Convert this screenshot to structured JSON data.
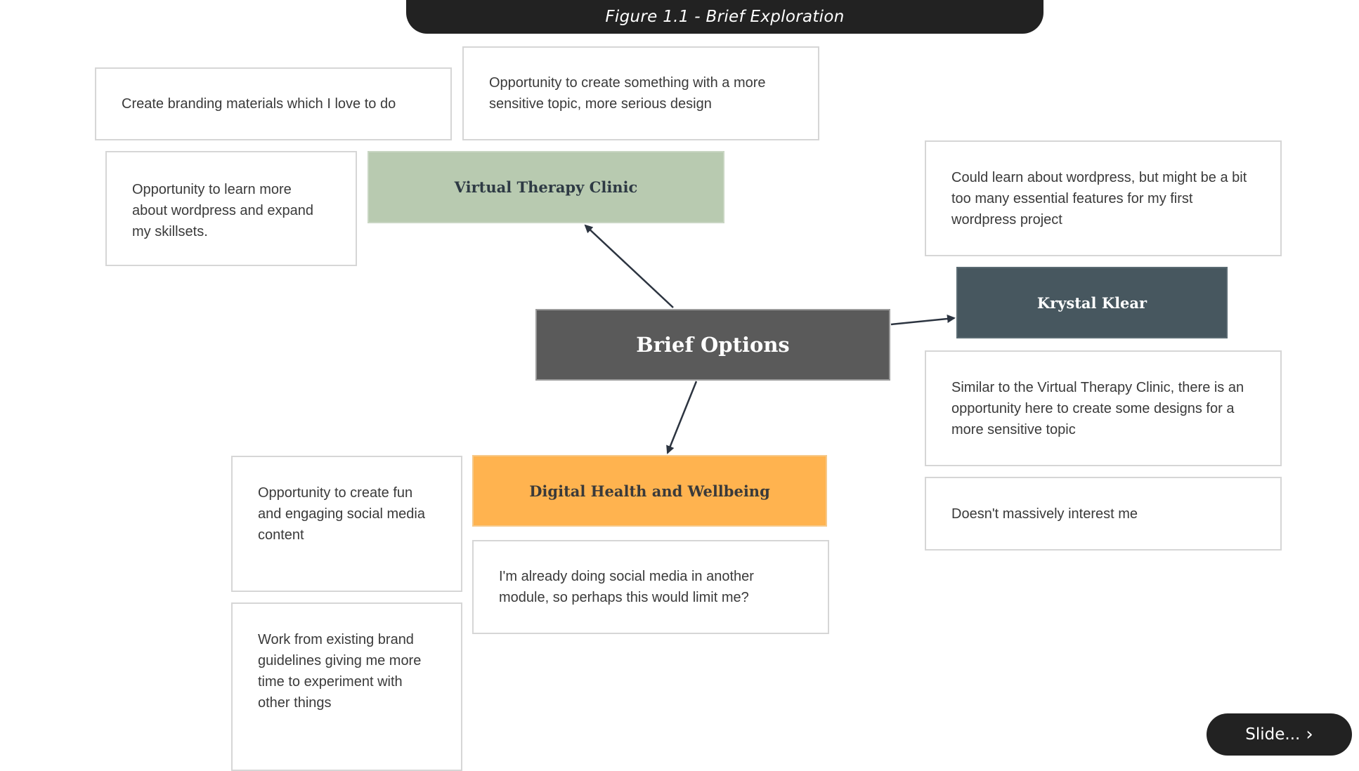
{
  "title": "Figure 1.1 - Brief Exploration",
  "nodes": {
    "center": "Brief Options",
    "virtual_therapy_clinic": "Virtual Therapy Clinic",
    "krystal_klear": "Krystal Klear",
    "digital_health": "Digital Health and Wellbeing"
  },
  "notes": {
    "vtc_1": "Create branding materials which I love to do",
    "vtc_2": "Opportunity to create something with a more sensitive topic, more serious design",
    "vtc_3": "Opportunity to learn more about wordpress and expand my skillsets.",
    "kk_1": "Could learn about wordpress, but might be a bit too many essential features for my first wordpress project",
    "kk_2": "Similar to the Virtual Therapy Clinic, there is an opportunity here to create some designs for a more sensitive topic",
    "kk_3": "Doesn't massively interest me",
    "dhw_1": "Opportunity to create fun and engaging social media content",
    "dhw_2": "Work from existing brand guidelines giving me more time to experiment with other things",
    "dhw_3": "I'm already doing social media in another module, so perhaps this would limit me?"
  },
  "nav": {
    "slide_label": "Slide...",
    "next_icon": "chevron-right-icon"
  },
  "colors": {
    "center": "#5a5a5a",
    "virtual_therapy_clinic": "#b8cab0",
    "krystal_klear": "#47575f",
    "digital_health": "#ffb34f",
    "arrow": "#2c3440"
  }
}
